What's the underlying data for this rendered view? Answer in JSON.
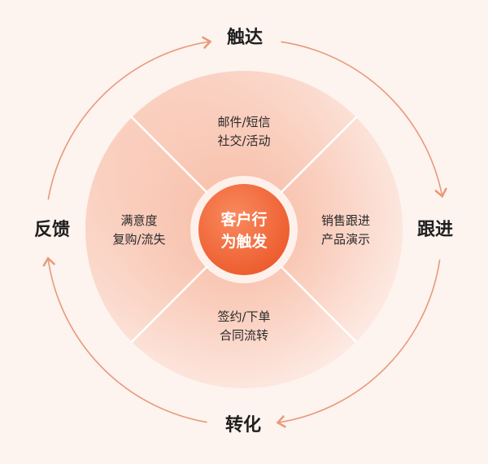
{
  "center": {
    "line1": "客户行",
    "line2": "为触发"
  },
  "stages": {
    "top": "触达",
    "right": "跟进",
    "bottom": "转化",
    "left": "反馈"
  },
  "segments": {
    "top": {
      "line1": "邮件/短信",
      "line2": "社交/活动"
    },
    "right": {
      "line1": "销售跟进",
      "line2": "产品演示"
    },
    "bottom": {
      "line1": "签约/下单",
      "line2": "合同流转"
    },
    "left": {
      "line1": "满意度",
      "line2": "复购/流失"
    }
  },
  "colors": {
    "accent": "#f26a3c",
    "arrow": "#e89a7a",
    "background": "#fdf3ef"
  }
}
